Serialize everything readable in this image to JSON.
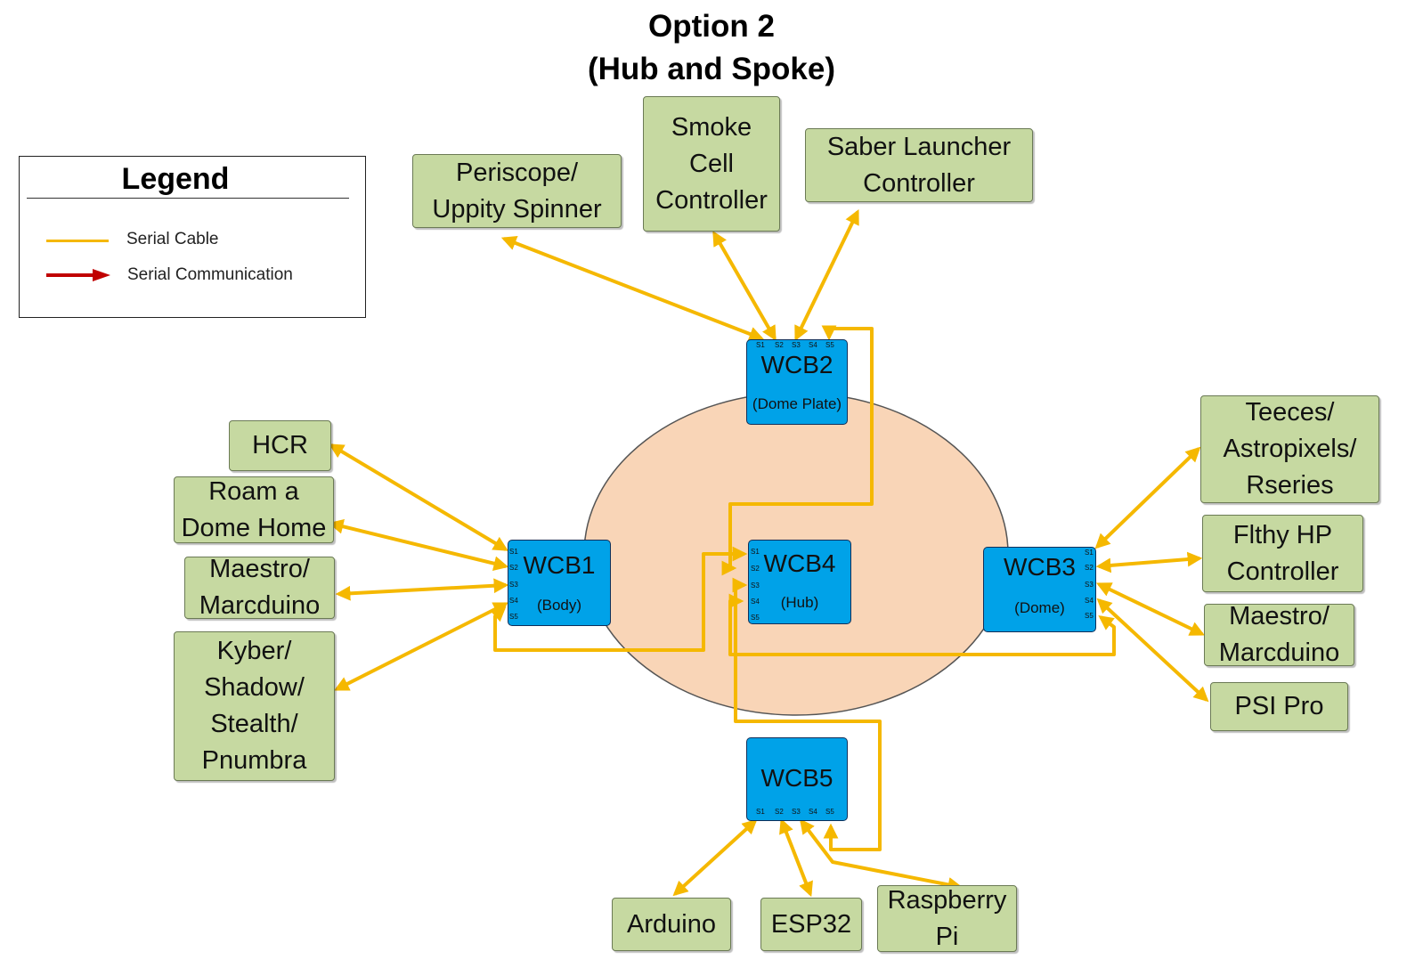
{
  "title": {
    "line1": "Option 2",
    "line2": "(Hub and Spoke)"
  },
  "legend": {
    "title": "Legend",
    "items": [
      {
        "label": "Serial Cable",
        "color": "#f5b800"
      },
      {
        "label": "Serial Communication",
        "color": "#c00000"
      }
    ]
  },
  "colors": {
    "cable": "#f5b800",
    "wcb": "#00a2e8",
    "peripheral": "#c6d9a1",
    "hub_area": "#f9d5b7"
  },
  "wcbs": {
    "wcb1": {
      "name": "WCB1",
      "sub": "(Body)"
    },
    "wcb2": {
      "name": "WCB2",
      "sub": "(Dome Plate)"
    },
    "wcb3": {
      "name": "WCB3",
      "sub": "(Dome)"
    },
    "wcb4": {
      "name": "WCB4",
      "sub": "(Hub)"
    },
    "wcb5": {
      "name": "WCB5",
      "sub": ""
    }
  },
  "ports": [
    "S1",
    "S2",
    "S3",
    "S4",
    "S5"
  ],
  "peripherals": {
    "periscope": "Periscope/\nUppity Spinner",
    "smoke": "Smoke\nCell\nController",
    "saber": "Saber Launcher\nController",
    "hcr": "HCR",
    "roam": "Roam a\nDome Home",
    "maestro_body": "Maestro/\nMarcduino",
    "kyber": "Kyber/\nShadow/\nStealth/\nPnumbra",
    "teeces": "Teeces/\nAstropixels/\nRseries",
    "flthy": "Flthy HP\nController",
    "maestro_dome": "Maestro/\nMarcduino",
    "psi": "PSI Pro",
    "arduino": "Arduino",
    "esp32": "ESP32",
    "raspberry": "Raspberry\nPi"
  }
}
